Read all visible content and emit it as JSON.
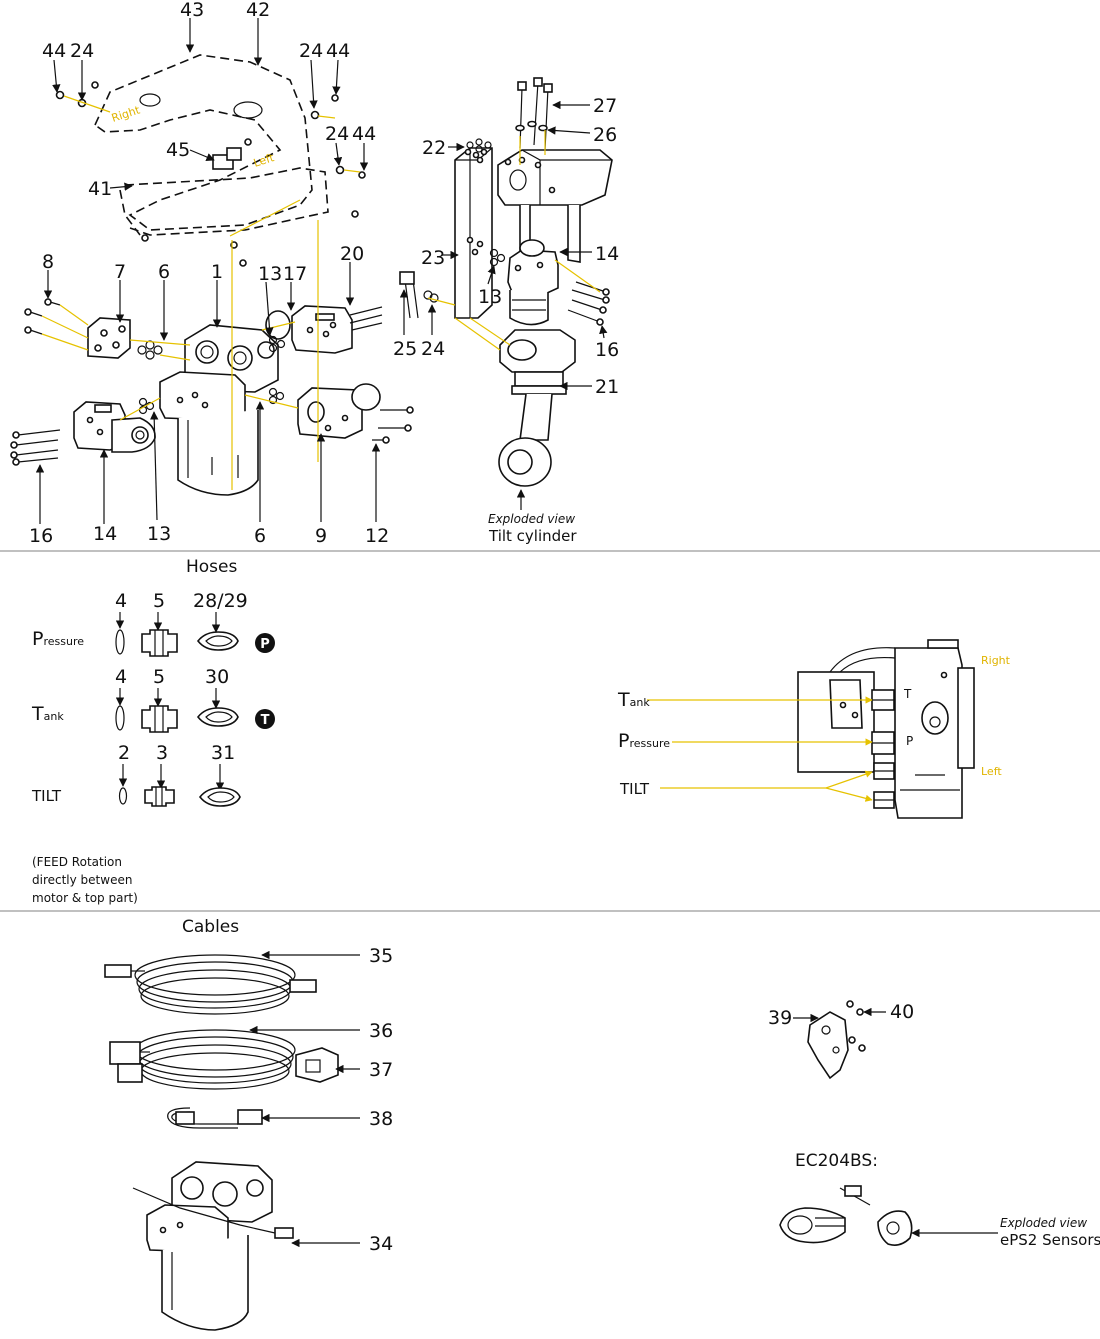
{
  "accent_color": "#e6c200",
  "top": {
    "callouts": [
      "43",
      "42",
      "44",
      "24",
      "24",
      "44",
      "24",
      "44",
      "45",
      "41",
      "8",
      "7",
      "6",
      "1",
      "13",
      "17",
      "20",
      "16",
      "14",
      "13",
      "6",
      "9",
      "12",
      "22",
      "27",
      "26",
      "23",
      "14",
      "13",
      "25",
      "24",
      "16",
      "21"
    ],
    "plate_right_label": "Right",
    "plate_left_label": "Left",
    "tilt_caption_italic": "Exploded view",
    "tilt_caption": "Tilt cylinder"
  },
  "hoses": {
    "title": "Hoses",
    "rows": [
      {
        "label_big": "P",
        "label_small": "ressure",
        "n1": "4",
        "n2": "5",
        "n3": "28/29",
        "port": "P"
      },
      {
        "label_big": "T",
        "label_small": "ank",
        "n1": "4",
        "n2": "5",
        "n3": "30",
        "port": "T"
      },
      {
        "label_big": "TILT",
        "label_small": "",
        "n1": "2",
        "n2": "3",
        "n3": "31",
        "port": ""
      }
    ],
    "note_line1": "(FEED Rotation",
    "note_line2": "directly between",
    "note_line3": "motor & top part)"
  },
  "side_view": {
    "tank_big": "T",
    "tank_small": "ank",
    "pressure_big": "P",
    "pressure_small": "ressure",
    "tilt": "TILT",
    "right": "Right",
    "left": "Left",
    "port_t": "T",
    "port_p": "P"
  },
  "cables": {
    "title": "Cables",
    "callouts": [
      "35",
      "36",
      "37",
      "38",
      "34",
      "39",
      "40"
    ],
    "ec_title": "EC204BS:",
    "sensor_caption_italic": "Exploded view",
    "sensor_caption": "ePS2 Sensors"
  }
}
